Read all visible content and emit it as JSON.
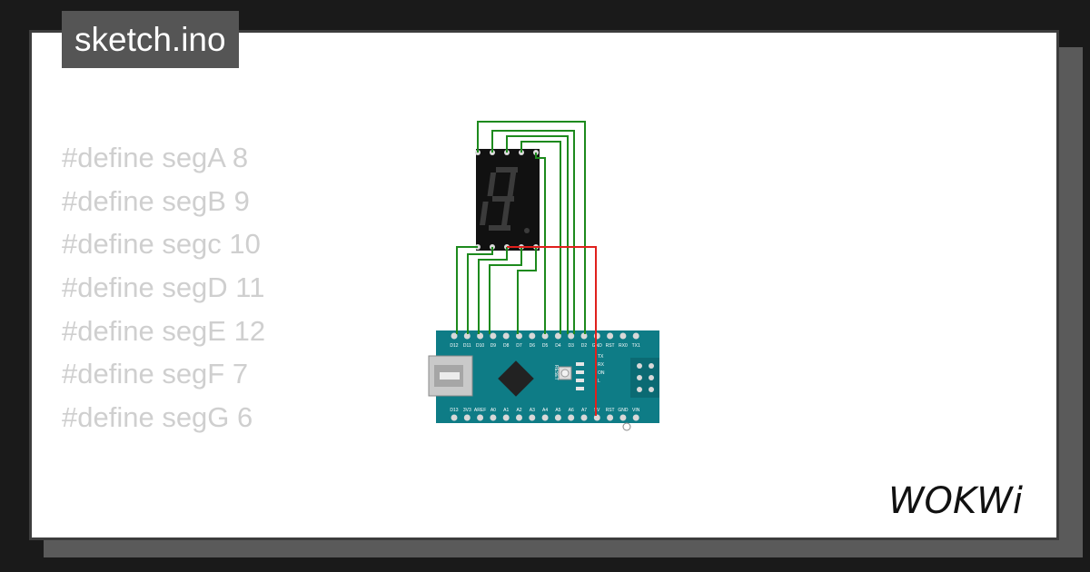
{
  "file_tab": {
    "label": "sketch.ino"
  },
  "code_lines": [
    "#define segA 8",
    "#define segB 9",
    "#define segc 10",
    "#define segD 11",
    "#define segE 12",
    "#define segF 7",
    "#define segG 6"
  ],
  "board": {
    "top_pins": [
      "D12",
      "D11",
      "D10",
      "D9",
      "D8",
      "D7",
      "D6",
      "D5",
      "D4",
      "D3",
      "D2",
      "GND",
      "RST",
      "RX0",
      "TX1"
    ],
    "bottom_pins": [
      "D13",
      "3V3",
      "AREF",
      "A0",
      "A1",
      "A2",
      "A3",
      "A4",
      "A5",
      "A6",
      "A7",
      "5V",
      "RST",
      "GND",
      "VIN"
    ],
    "reset_label": "RESET",
    "led_labels": [
      "TX",
      "RX",
      "ON",
      "L"
    ]
  },
  "brand": {
    "logo_text": "WOKWi"
  },
  "colors": {
    "page_bg": "#1a1a1a",
    "card_bg": "#ffffff",
    "tab_bg": "#555555",
    "code_text": "#cfcfcf",
    "board": "#0e7c86",
    "wire_signal": "#1d8a1d",
    "wire_power": "#e0201c",
    "display_body": "#111111"
  }
}
